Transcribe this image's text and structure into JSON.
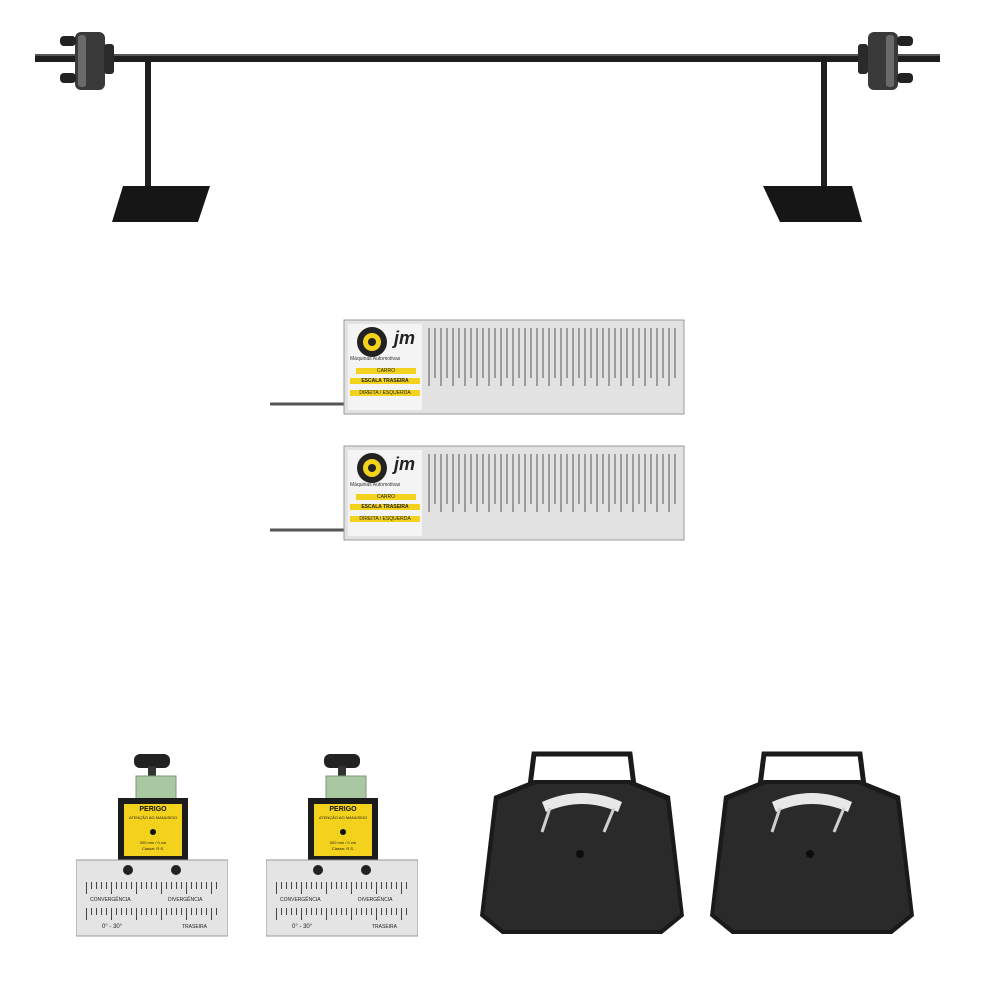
{
  "scene": {
    "background": "#ffffff",
    "colors": {
      "metal_dark": "#1e1e1e",
      "plate_grey": "#dcdcdc",
      "label_yellow": "#f2d21c",
      "mount_green": "#a9c7a0",
      "turntable_black": "#1a1a1a"
    }
  },
  "scale_plates": [
    {
      "logo": "jm",
      "brand": "Máquinas Automotivas",
      "lines": [
        "CARRO",
        "ESCALA TRASEIRA",
        "DIREITA / ESQUERDA"
      ]
    },
    {
      "logo": "jm",
      "brand": "Máquinas Automotivas",
      "lines": [
        "CARRO",
        "ESCALA TRASEIRA",
        "DIREITA / ESQUERDA"
      ]
    }
  ],
  "camber_gauges": [
    {
      "warning": "PERIGO",
      "warning_sub": "ATENÇÃO AO MANUSEIO",
      "specs": [
        "000 mm / 0 cm",
        "Classe: R.S."
      ],
      "scale_left": "CONVERGÊNCIA",
      "scale_right": "DIVERGÊNCIA",
      "footer_left": "0° - 30°",
      "footer_right": "TRASEIRA"
    },
    {
      "warning": "PERIGO",
      "warning_sub": "ATENÇÃO AO MANUSEIO",
      "specs": [
        "000 mm / 0 cm",
        "Classe: R.S."
      ],
      "scale_left": "CONVERGÊNCIA",
      "scale_right": "DIVERGÊNCIA",
      "footer_left": "0° - 30°",
      "footer_right": "TRASEIRA"
    }
  ],
  "turntables": [
    {
      "name": "left-turntable"
    },
    {
      "name": "right-turntable"
    }
  ]
}
